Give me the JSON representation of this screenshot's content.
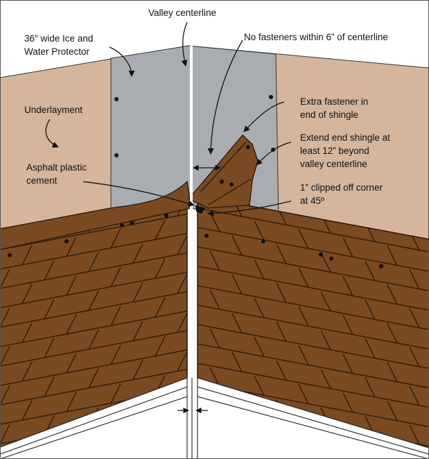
{
  "labels": {
    "valley_centerline": "Valley centerline",
    "ice_water_1": "36″ wide Ice and",
    "ice_water_2": "Water Protector",
    "no_fasteners": "No fasteners within 6” of centerline",
    "extra_fastener_1": "Extra fastener in",
    "extra_fastener_2": "end of shingle",
    "underlayment": "Underlayment",
    "extend_1": "Extend end shingle at",
    "extend_2": "least 12” beyond",
    "extend_3": "valley centerline",
    "asphalt_1": "Asphalt plastic",
    "asphalt_2": "cement",
    "clipped_1": "1” clipped off corner",
    "clipped_2": "at 45º"
  },
  "colors": {
    "underlayment": "#d5b59c",
    "ice_water_protector": "#a9adb2",
    "shingle": "#7a4a22",
    "shingle_line": "#2a1808",
    "centerline": "#ffffff",
    "fascia": "#ffffff",
    "outline": "#222222"
  }
}
